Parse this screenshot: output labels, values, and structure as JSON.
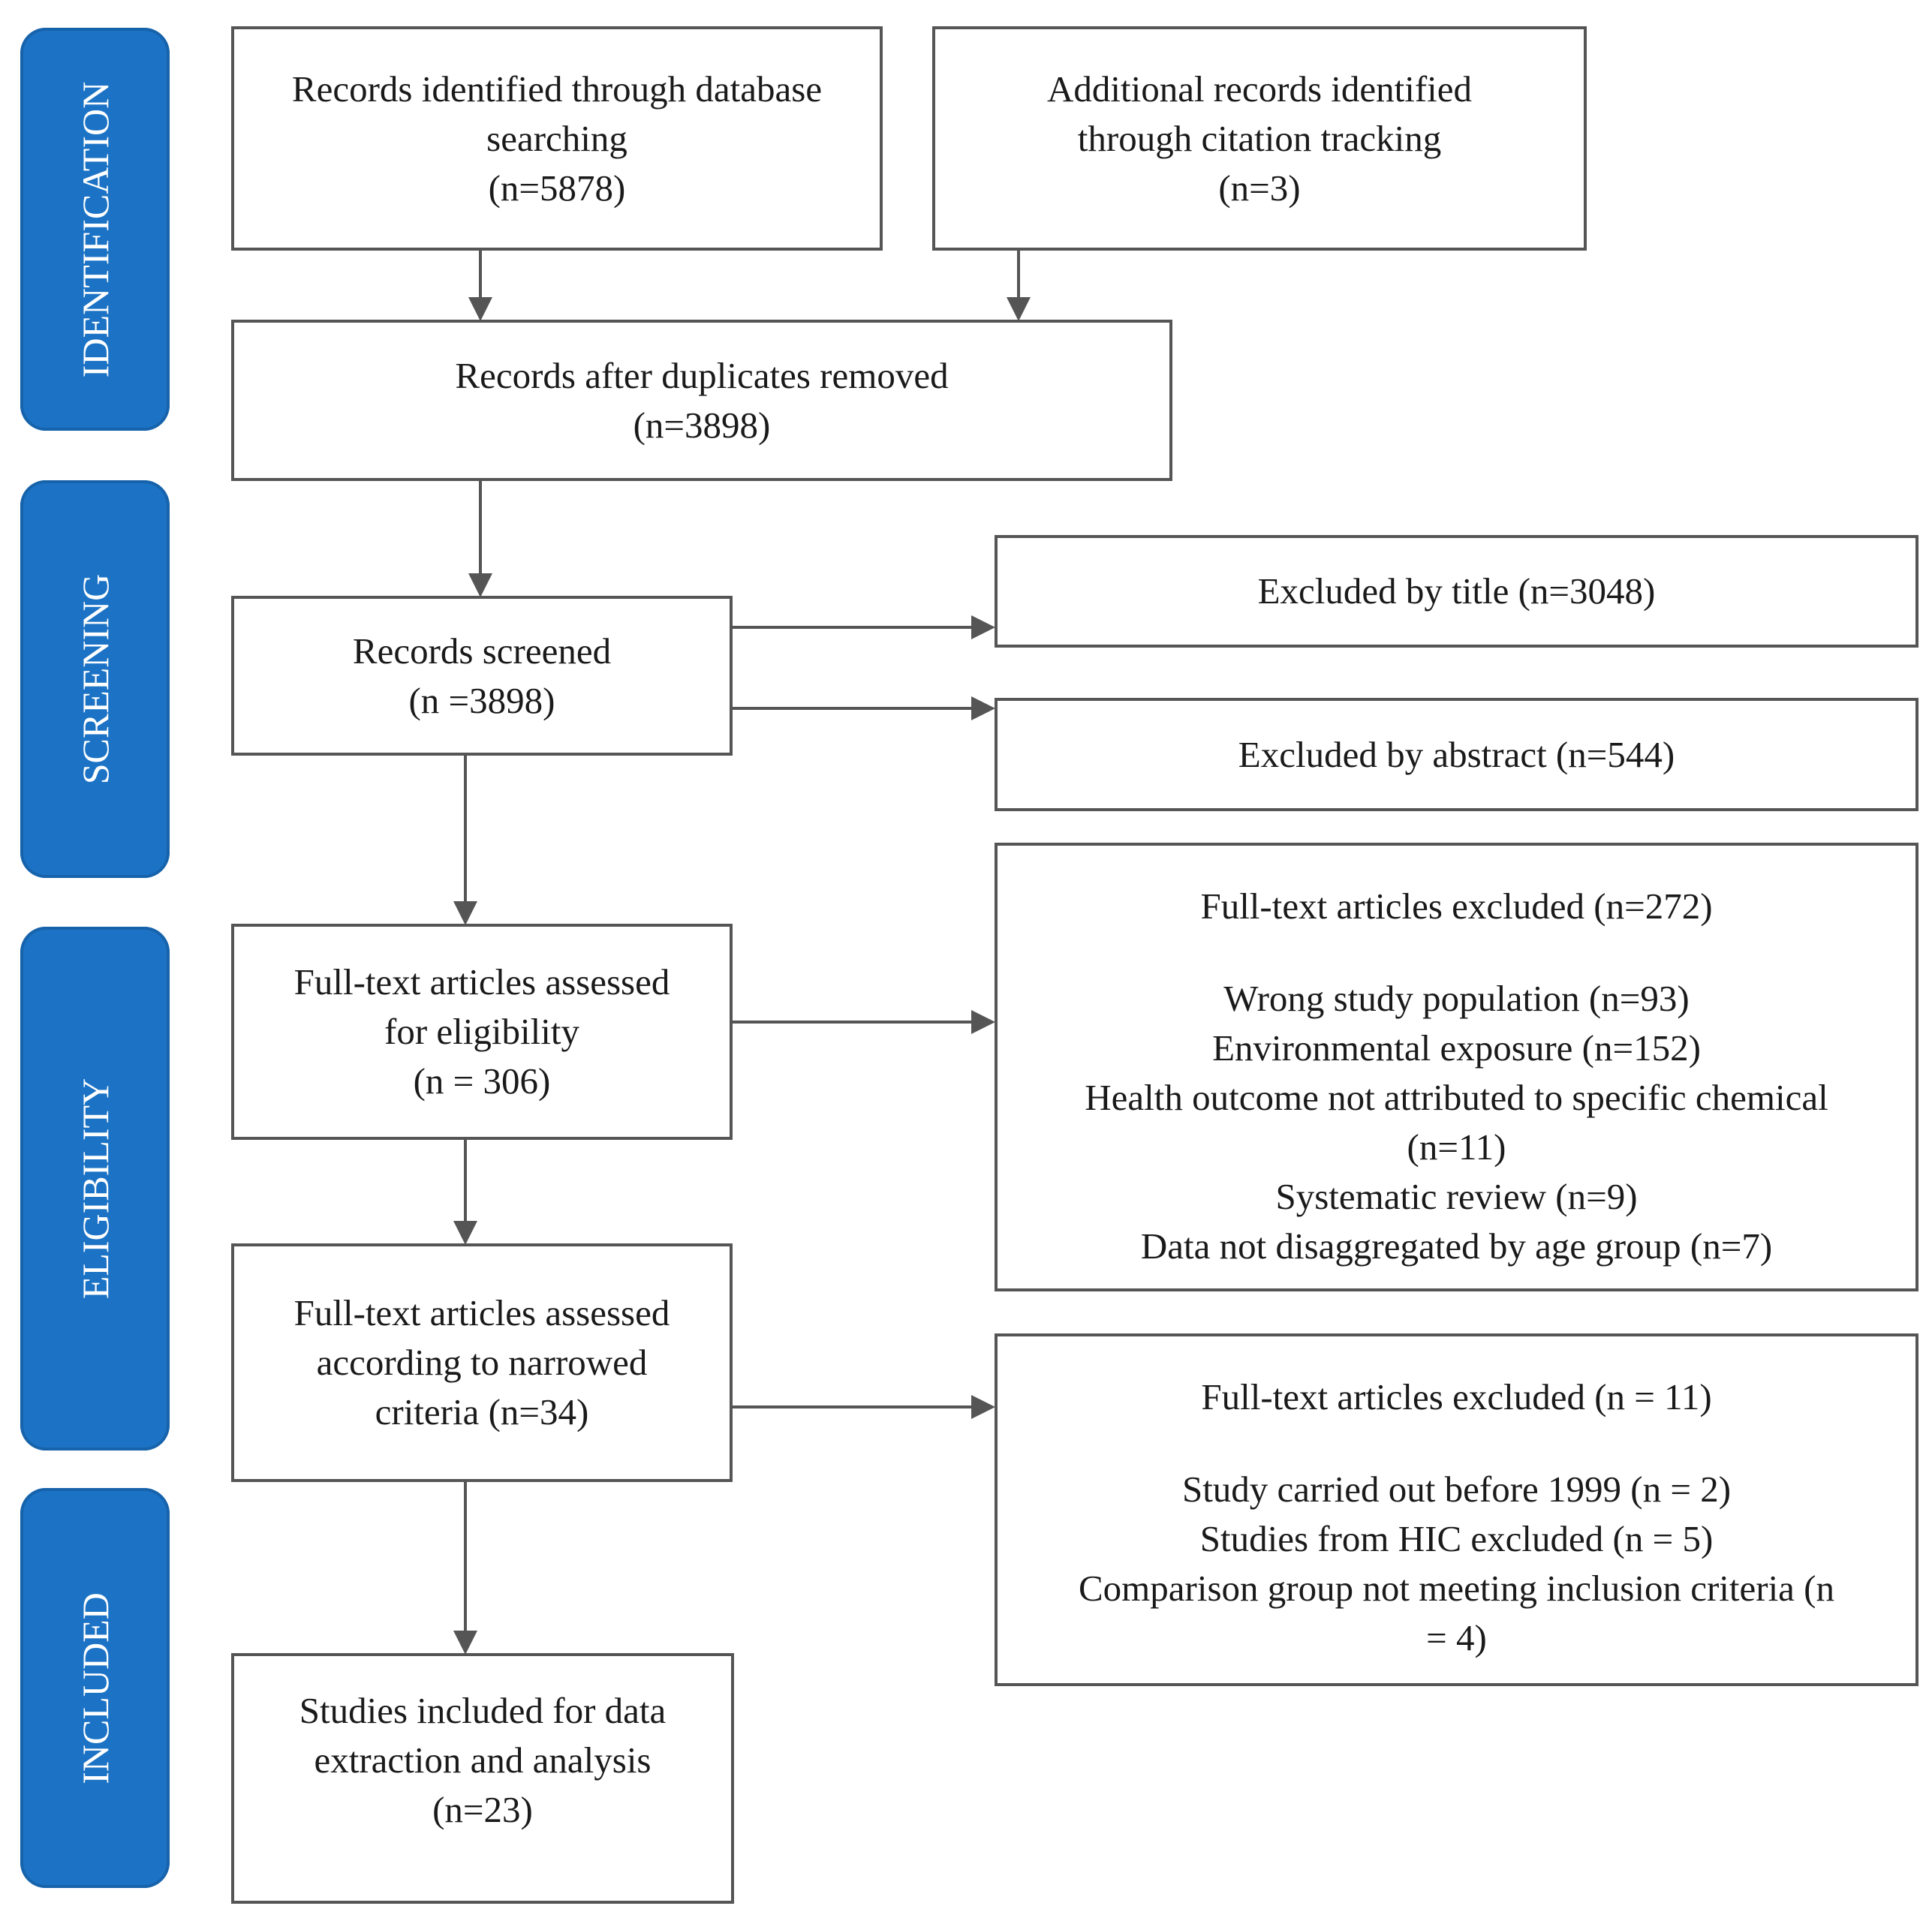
{
  "phases": {
    "identification": "IDENTIFICATION",
    "screening": "SCREENING",
    "eligibility": "ELIGIBILITY",
    "included": "INCLUDED"
  },
  "boxes": {
    "database": {
      "line1": "Records identified through database",
      "line2": "searching",
      "line3": "(n=5878)"
    },
    "citation": {
      "line1": "Additional records identified",
      "line2": "through citation tracking",
      "line3": "(n=3)"
    },
    "deduplicated": {
      "line1": "Records after duplicates removed",
      "line2": "(n=3898)"
    },
    "screened": {
      "line1": "Records screened",
      "line2": "(n =3898)"
    },
    "excluded_title": {
      "line1": "Excluded by title (n=3048)"
    },
    "excluded_abstract": {
      "line1": "Excluded by abstract (n=544)"
    },
    "fulltext_assessed": {
      "line1": "Full-text articles assessed",
      "line2": "for eligibility",
      "line3": "(n = 306)"
    },
    "fulltext_excluded_1": {
      "heading": "Full-text articles excluded (n=272)",
      "reasons": [
        "Wrong study population (n=93)",
        "Environmental exposure (n=152)",
        "Health outcome not attributed to specific chemical",
        "(n=11)",
        "Systematic review (n=9)",
        "Data not disaggregated by age group (n=7)"
      ]
    },
    "narrowed": {
      "line1": "Full-text articles assessed",
      "line2": "according to narrowed",
      "line3": "criteria (n=34)"
    },
    "fulltext_excluded_2": {
      "heading": "Full-text articles excluded (n = 11)",
      "reasons": [
        "Study carried out before 1999 (n = 2)",
        "Studies from HIC excluded (n = 5)",
        "Comparison group not meeting inclusion criteria (n",
        "= 4)"
      ]
    },
    "included": {
      "line1": "Studies included for data",
      "line2": "extraction and analysis",
      "line3": "(n=23)"
    }
  }
}
